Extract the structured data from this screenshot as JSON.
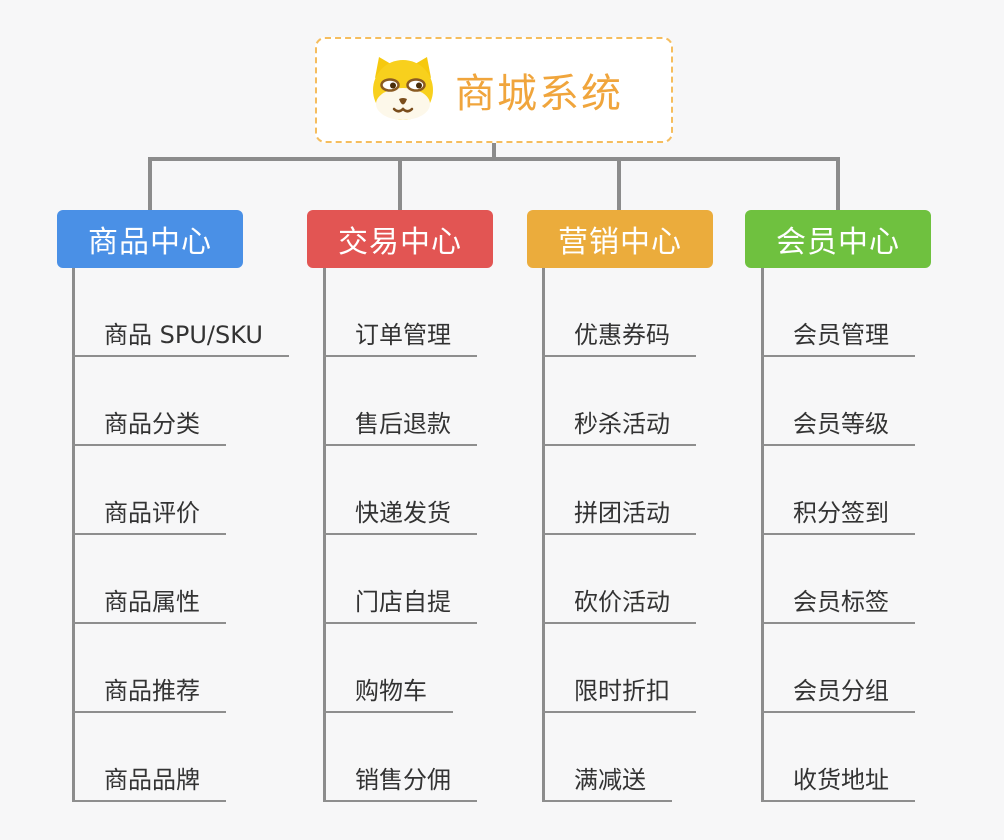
{
  "canvas": {
    "background": "#f7f7f8",
    "connector_color": "#8c8c8c",
    "underline_color": "#8e8e8e",
    "subtopic_text_color": "#333333"
  },
  "root": {
    "title": "商城系统",
    "icon": "dog-face-icon",
    "title_color": "#f0a53c",
    "border_color": "#f5bd5e",
    "background": "#ffffff"
  },
  "branches": [
    {
      "label": "商品中心",
      "color": "#4a90e6",
      "children": [
        "商品 SPU/SKU",
        "商品分类",
        "商品评价",
        "商品属性",
        "商品推荐",
        "商品品牌"
      ]
    },
    {
      "label": "交易中心",
      "color": "#e25553",
      "children": [
        "订单管理",
        "售后退款",
        "快递发货",
        "门店自提",
        "购物车",
        "销售分佣"
      ]
    },
    {
      "label": "营销中心",
      "color": "#ebac3c",
      "children": [
        "优惠券码",
        "秒杀活动",
        "拼团活动",
        "砍价活动",
        "限时折扣",
        "满减送"
      ]
    },
    {
      "label": "会员中心",
      "color": "#6fc13f",
      "children": [
        "会员管理",
        "会员等级",
        "积分签到",
        "会员标签",
        "会员分组",
        "收货地址"
      ]
    }
  ]
}
